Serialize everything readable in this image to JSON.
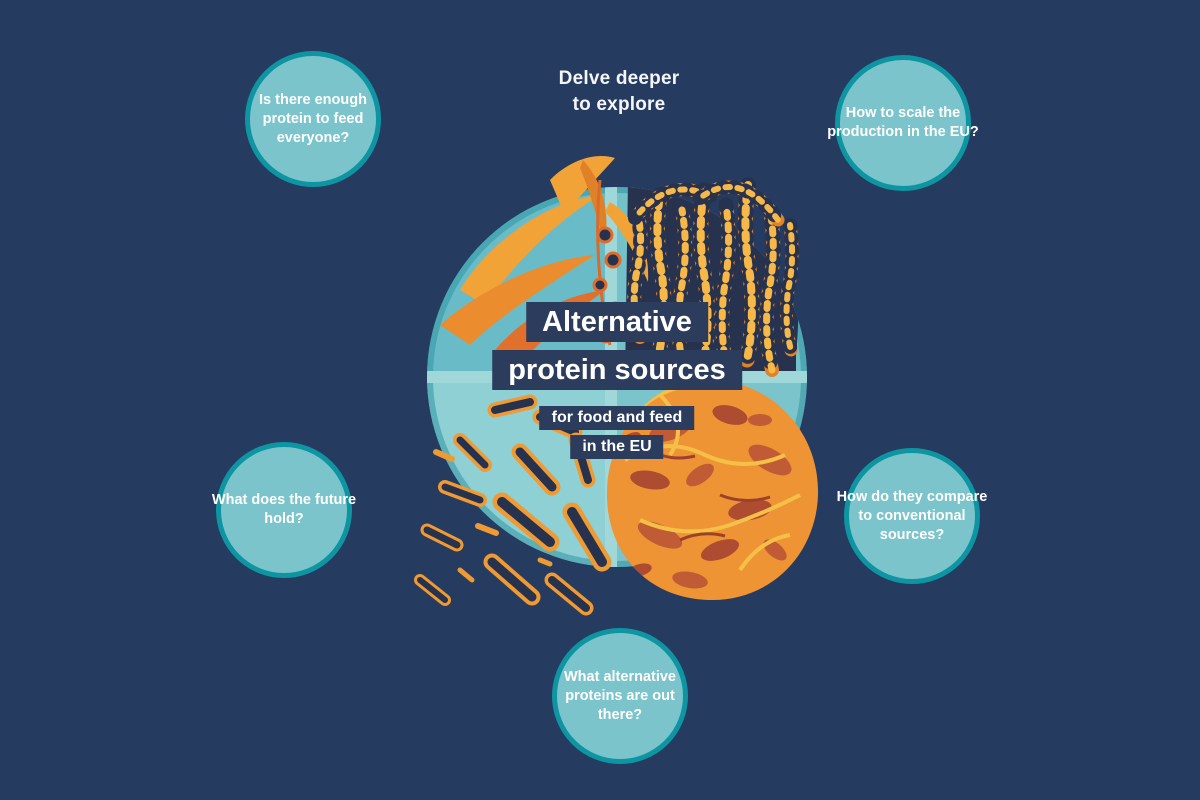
{
  "instruction": {
    "line1": "Delve deeper",
    "line2": "to explore"
  },
  "title": {
    "line1": "Alternative",
    "line2": "protein sources",
    "subtitle_line1": "for food and feed",
    "subtitle_line2": "in the EU"
  },
  "bubbles": [
    {
      "name": "enough-protein",
      "lines": [
        "Is there enough",
        "protein to feed",
        "everyone?"
      ]
    },
    {
      "name": "scale-production",
      "lines": [
        "How to scale the",
        "production in the EU?"
      ]
    },
    {
      "name": "future",
      "lines": [
        "What does the future",
        "hold?"
      ]
    },
    {
      "name": "compare-conventional",
      "lines": [
        "How do they compare",
        "to conventional",
        "sources?"
      ]
    },
    {
      "name": "alternatives-out-there",
      "lines": [
        "What alternative",
        "proteins are out",
        "there?"
      ]
    }
  ],
  "illustration": {
    "quadrants": [
      "plant-proteins",
      "insect-larvae",
      "microbial-proteins",
      "cultivated-meat"
    ]
  },
  "colors": {
    "background": "#253c60",
    "bubble_fill": "#7cc4cb",
    "bubble_border": "#0e95a2",
    "title_box": "#2b3c5c",
    "text": "#ffffff",
    "circle_teal_light": "#8ed0d4",
    "circle_teal": "#69bcc7",
    "divider_teal": "#a0d8da",
    "orange": "#ee9434",
    "orange_deep": "#e0812a",
    "rust": "#c05b36",
    "dark_navy_detail": "#27324e"
  }
}
